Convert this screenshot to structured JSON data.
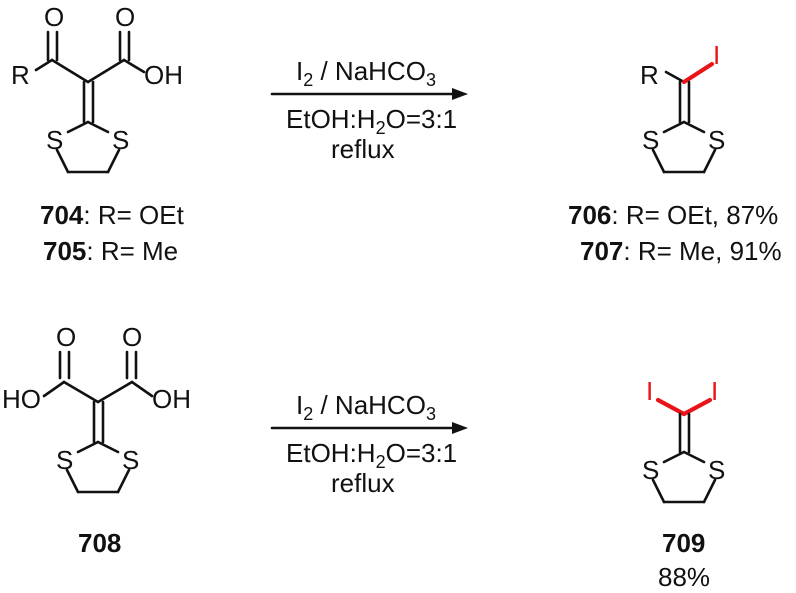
{
  "reaction1": {
    "reagents": {
      "i": "I",
      "i_sub": "2",
      "rest": " / NaHCO",
      "rest_sub": "3"
    },
    "solvent": {
      "pre": "EtOH:H",
      "sub": "2",
      "post": "O=3:1"
    },
    "condition": "reflux"
  },
  "reaction2": {
    "reagents": {
      "i": "I",
      "i_sub": "2",
      "rest": " / NaHCO",
      "rest_sub": "3"
    },
    "solvent": {
      "pre": "EtOH:H",
      "sub": "2",
      "post": "O=3:1"
    },
    "condition": "reflux"
  },
  "atoms": {
    "R": "R",
    "O": "O",
    "OH": "OH",
    "HO": "HO",
    "S": "S",
    "I": "I"
  },
  "compounds": {
    "c704": {
      "id": "704",
      "desc": ": R= OEt"
    },
    "c705": {
      "id": "705",
      "desc": ": R= Me"
    },
    "c706": {
      "id": "706",
      "desc": ": R= OEt, 87%"
    },
    "c707": {
      "id": "707",
      "desc": ": R= Me, 91%"
    },
    "c708": {
      "id": "708"
    },
    "c709": {
      "id": "709",
      "yield": "88%"
    }
  },
  "colors": {
    "bond": "#111111",
    "new_bond": "#e8141a",
    "iodine": "#e8141a"
  }
}
